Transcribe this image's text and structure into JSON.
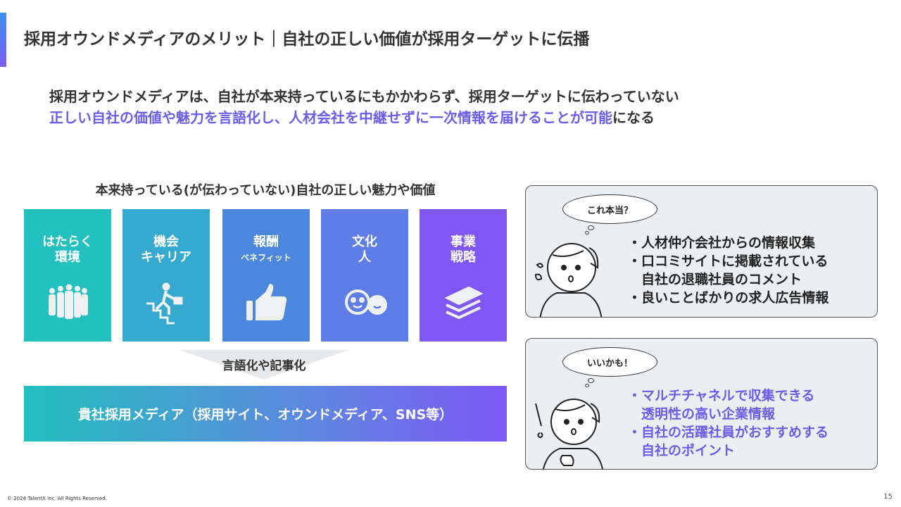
{
  "header": {
    "title": "採用オウンドメディアのメリット｜自社の正しい価値が採用ターゲットに伝播"
  },
  "lead": {
    "line1": "採用オウンドメディアは、自社が本来持っているにもかかわらず、採用ターゲットに伝わっていない",
    "line2_highlight": "正しい自社の価値や魅力を言語化し、人材会社を中継せずに一次情報を届けることが可能",
    "line2_rest": "になる"
  },
  "left": {
    "subhead": "本来持っている(が伝わっていない)自社の正しい魅力や価値",
    "cards": [
      {
        "l1": "はたらく",
        "l2": "環境",
        "icon": "people-group-icon",
        "color": "#22c0be"
      },
      {
        "l1": "機会",
        "l2": "キャリア",
        "icon": "stairs-climb-icon",
        "color": "#35a9d0"
      },
      {
        "l1": "報酬",
        "l2": "ベネフィット",
        "icon": "thumbs-up-icon",
        "color": "#4a87dd"
      },
      {
        "l1": "文化",
        "l2": "人",
        "icon": "chat-faces-icon",
        "color": "#5e7de6"
      },
      {
        "l1": "事業",
        "l2": "戦略",
        "icon": "layers-icon",
        "color": "#7f57f5"
      }
    ],
    "arrow_label": "言語化や記事化",
    "banner": "貴社採用メディア（採用サイト、オウンドメディア、SNS等）"
  },
  "right": {
    "box1": {
      "thought": "これ本当？",
      "items": [
        "・人材仲介会社からの情報収集",
        "・口コミサイトに掲載されている",
        "　自社の退職社員のコメント",
        "・良いことばかりの求人広告情報"
      ]
    },
    "box2": {
      "thought": "いいかも！",
      "items": [
        "・マルチチャネルで収集できる",
        "　透明性の高い企業情報",
        "・自社の活躍社員がおすすめする",
        "　自社のポイント"
      ]
    }
  },
  "footer": {
    "copyright": "© 2024  TalentX Inc. All Rights Reserved.",
    "page": "15"
  }
}
